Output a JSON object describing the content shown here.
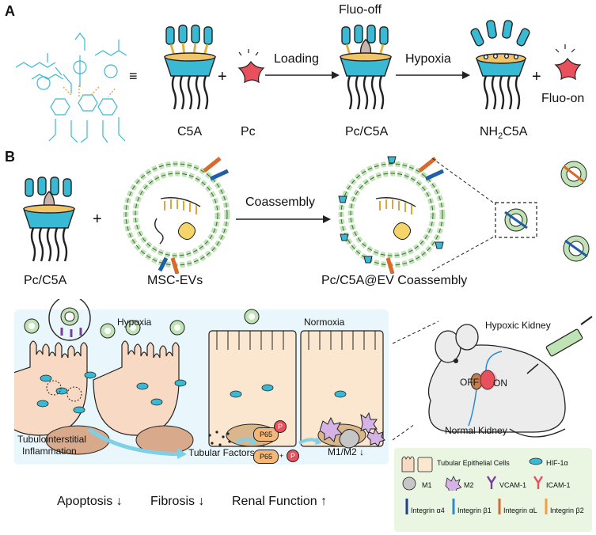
{
  "panel_a": {
    "letter": "A",
    "labels": {
      "c5a": "C5A",
      "pc": "Pc",
      "loading": "Loading",
      "fluo_off": "Fluo-off",
      "pc_c5a": "Pc/C5A",
      "hypoxia": "Hypoxia",
      "nh2c5a_main": "NH",
      "nh2c5a_sub": "2",
      "nh2c5a_tail": "C5A",
      "fluo_on": "Fluo-on",
      "plus1": "+",
      "plus2": "+",
      "equiv": "≡"
    }
  },
  "panel_b": {
    "letter": "B",
    "labels": {
      "pc_c5a": "Pc/C5A",
      "msc_evs": "MSC-EVs",
      "coassembly": "Coassembly",
      "result": "Pc/C5A@EV Coassembly",
      "plus": "+"
    }
  },
  "panel_c": {
    "hypoxia": "Hypoxia",
    "normoxia": "Normoxia",
    "tubulo": "Tubulointerstitial",
    "inflammation": "Inflammation",
    "tubular_factors": "Tubular Factors",
    "p65a": "P65",
    "p65b": "P65",
    "p1": "P",
    "p2": "P",
    "m1m2": "M1/M2",
    "hypoxic_kidney": "Hypoxic Kidney",
    "normal_kidney": "Normal Kidney",
    "off": "OFF",
    "on": "ON"
  },
  "outcomes": {
    "apoptosis": "Apoptosis",
    "fibrosis": "Fibrosis",
    "renal": "Renal Function"
  },
  "legend": {
    "tec": "Tubular Epithelial Cells",
    "hif": "HIF-1α",
    "m1": "M1",
    "m2": "M2",
    "vcam": "VCAM-1",
    "icam": "ICAM-1",
    "ia4": "Integrin α4",
    "ib1": "Integrin β1",
    "ial": "Integrin αL",
    "ib2": "Integrin β2"
  },
  "colors": {
    "cyan": "#39b9d4",
    "gold": "#f0c46a",
    "pink": "#e8505b",
    "green_bead": "#bfe3b4",
    "cell_fill": "#f7d9c4",
    "cell_fill2": "#fbe6cf",
    "panel_bg": "#e9f6fb",
    "legend_bg": "#eaf6e2"
  }
}
